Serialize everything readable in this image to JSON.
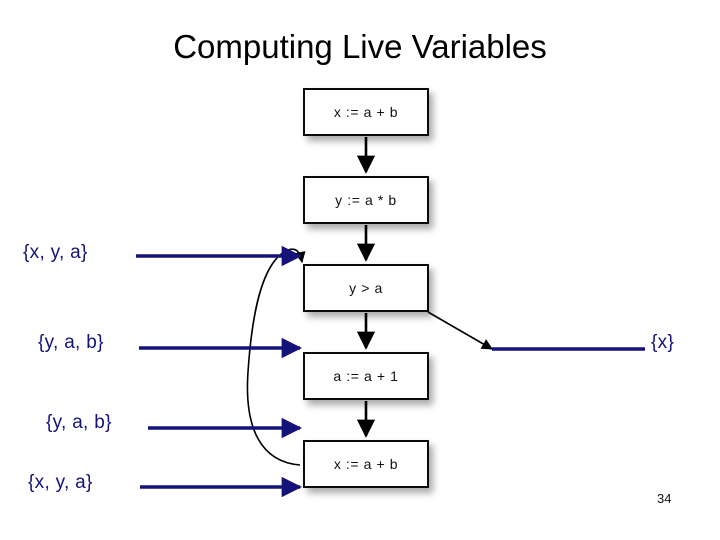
{
  "slide": {
    "title": "Computing Live Variables",
    "page_number": "34",
    "colors": {
      "annotation_blue": "#13137a",
      "edge_black": "#000000",
      "box_border": "#0a0a0a",
      "box_fill": "#ffffff",
      "background": "#ffffff"
    }
  },
  "cfg": {
    "nodes": [
      {
        "id": "n0",
        "label": "x := a + b"
      },
      {
        "id": "n1",
        "label": "y := a * b"
      },
      {
        "id": "n2",
        "label": "y > a"
      },
      {
        "id": "n3",
        "label": "a := a + 1"
      },
      {
        "id": "n4",
        "label": "x := a + b"
      }
    ],
    "edges": [
      {
        "from": "n0",
        "to": "n1",
        "kind": "straight-down"
      },
      {
        "from": "n1",
        "to": "n2",
        "kind": "straight-down"
      },
      {
        "from": "n2",
        "to": "n3",
        "kind": "straight-down"
      },
      {
        "from": "n2",
        "to": "exit",
        "kind": "branch-down-right"
      },
      {
        "from": "n3",
        "to": "n4",
        "kind": "straight-down"
      },
      {
        "from": "n4",
        "to": "n2",
        "kind": "back-edge-curved"
      }
    ]
  },
  "annotations": {
    "live_sets": [
      {
        "id": "lv0",
        "text": "{x, y, a}",
        "points_to": "n2",
        "side": "left"
      },
      {
        "id": "lv1",
        "text": "{y, a, b}",
        "points_to": "n3",
        "side": "left"
      },
      {
        "id": "lv2",
        "text": "{y, a, b}",
        "points_to": "n4",
        "side": "left"
      },
      {
        "id": "lv3",
        "text": "{x, y, a}",
        "points_to": "n4",
        "side": "left"
      },
      {
        "id": "lv4",
        "text": "{x}",
        "points_to": "exit",
        "side": "right"
      }
    ]
  }
}
